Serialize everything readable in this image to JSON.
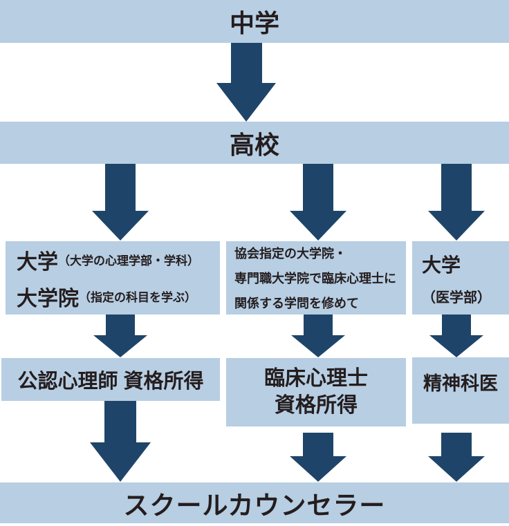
{
  "colors": {
    "box_bg": "#b7cee3",
    "arrow": "#1e4569",
    "text": "#241d1e"
  },
  "flow": {
    "start_label": "中学",
    "highschool_label": "高校",
    "left": {
      "edu_main1": "大学",
      "edu_note1": "（大学の心理学部・学科）",
      "edu_main2": "大学院",
      "edu_note2": "（指定の科目を学ぶ）",
      "qualification": "公認心理師 資格所得"
    },
    "middle": {
      "edu_lines": [
        "協会指定の大学院・",
        "専門職大学院で臨床心理士に",
        "関係する学問を修めて"
      ],
      "qualification_lines": [
        "臨床心理士",
        "資格所得"
      ]
    },
    "right": {
      "edu_main": "大学",
      "edu_note": "（医学部）",
      "qualification": "精神科医"
    },
    "end_label": "スクールカウンセラー"
  }
}
